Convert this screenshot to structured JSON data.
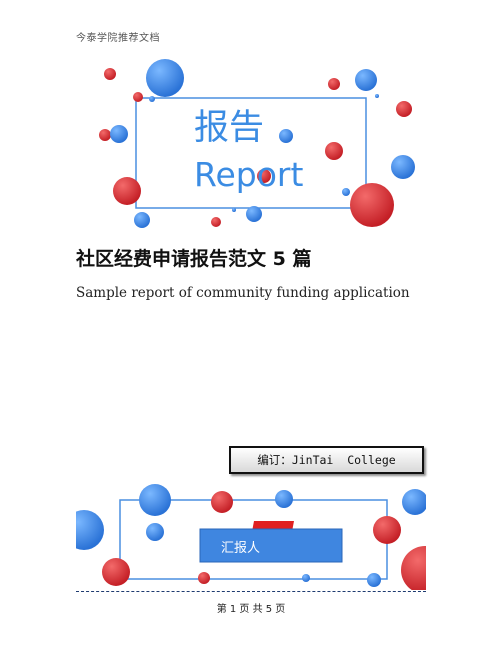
{
  "header": {
    "text": "今泰学院推荐文档"
  },
  "cover": {
    "title_cn": "报告",
    "title_en": "Report"
  },
  "document": {
    "title": "社区经费申请报告范文 5 篇",
    "subtitle": "Sample report of community funding application"
  },
  "editor": {
    "label": "编订：",
    "name": "JinTai  College"
  },
  "reporter_banner": {
    "label": "汇报人"
  },
  "footer": {
    "page_text": "第 1 页 共 5 页"
  },
  "colors": {
    "accent_blue": "#3b8ce3",
    "accent_red": "#d63232",
    "frame_blue": "#4a8fe0",
    "banner_blue": "#3f86e0"
  }
}
